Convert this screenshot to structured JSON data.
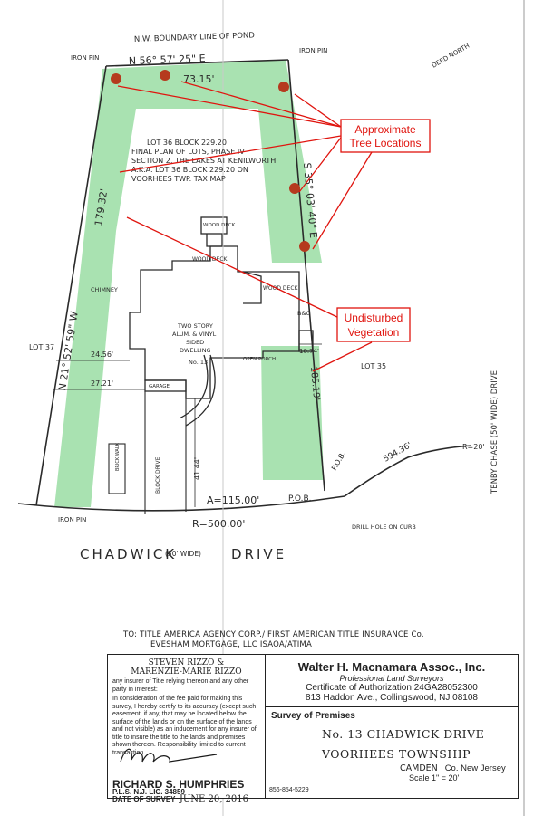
{
  "boundary": {
    "nw_label": "N.W. BOUNDARY LINE OF POND",
    "north_bearing": "N 56° 57' 25\" E",
    "north_distance": "73.15'",
    "east_bearing": "S 35° 03' 40\" E",
    "east_distance": "185.19'",
    "west_bearing": "N 21° 52' 59\" W",
    "west_distance": "179.32'",
    "arc_a": "A=115.00'",
    "radius_r": "R=500.00'",
    "iron_pin": "IRON PIN",
    "deed_north": "DEED NORTH",
    "pob": "P.O.B.",
    "r20": "R=20'",
    "dist_594": "594.36'",
    "drill_hole": "DRILL HOLE ON CURB"
  },
  "lot": {
    "description_lines": [
      "LOT 36 BLOCK 229.20",
      "FINAL PLAN OF LOTS, PHASE IV",
      "SECTION 2, THE LAKES AT KENILWORTH",
      "A.K.A. LOT 36 BLOCK 229.20 ON",
      "VOORHEES TWP. TAX MAP"
    ],
    "lot35": "LOT 35",
    "lot37": "LOT 37",
    "chimney": "CHIMNEY",
    "wood_deck_1": "WOOD DECK",
    "wood_deck_2": "WOOD DECK",
    "wood_deck_3": "WOOD DECK",
    "bay": "B&C",
    "house_lines": [
      "TWO STORY",
      "ALUM. & VINYL",
      "SIDED",
      "DWELLING"
    ],
    "house_no": "No. 13",
    "open_porch": "OPEN PORCH",
    "garage": "GARAGE",
    "block_drive": "BLOCK DRIVE",
    "brick_walk": "BRICK WALK",
    "dim_2456": "24.56'",
    "dim_2721": "27.21'",
    "dim_4144": "41.44'",
    "dim_1074": "10.74'"
  },
  "streets": {
    "chadwick": "CHADWICK",
    "chadwick_width": "(50' WIDE)",
    "drive": "DRIVE",
    "tenby": "TENBY CHASE (50' WIDE) DRIVE"
  },
  "callouts": {
    "trees": [
      "Approximate",
      "Tree Locations"
    ],
    "vegetation": [
      "Undisturbed",
      "Vegetation"
    ]
  },
  "colors": {
    "vegetation": "#a9e2b1",
    "tree": "#b53a1e",
    "callout": "#e0140e",
    "ink": "#2a2a2a"
  },
  "to_block": {
    "line1": "TO: TITLE AMERICA AGENCY CORP./ FIRST AMERICAN TITLE INSURANCE Co.",
    "line2": "EVESHAM MORTGAGE, LLC ISAOA/ATIMA"
  },
  "certification": {
    "owner_1": "STEVEN RIZZO &",
    "owner_2": "MARENZIE-MARIE RIZZO",
    "body_1": "any insurer of Title relying thereon and any other party in interest:",
    "body_2": "In consideration of the fee paid for making this survey, I hereby certify to its accuracy (except such easement, if any, that may be located below the surface of the lands or on the surface of the lands and not visible) as an inducement for any insurer of title to insure the title to the lands and premises shown thereon. Responsibility limited to current transaction.",
    "surveyor": "RICHARD S. HUMPHRIES",
    "license": "P.L.S. N.J. LIC. 34859",
    "date_label": "DATE OF SURVEY",
    "date_value": "JUNE 20, 2016"
  },
  "title_block": {
    "firm": "Walter H. Macnamara Assoc., Inc.",
    "subtitle": "Professional Land Surveyors",
    "certificate": "Certificate of Authorization 24GA28052300",
    "address": "813 Haddon Ave., Collingswood, NJ 08108",
    "survey_label": "Survey of Premises",
    "address_line_1": "No. 13 CHADWICK DRIVE",
    "address_line_2": "VOORHEES TOWNSHIP",
    "county": "CAMDEN",
    "state": "Co. New Jersey",
    "scale": "Scale 1\" = 20'",
    "phone": "856-854-5229"
  }
}
